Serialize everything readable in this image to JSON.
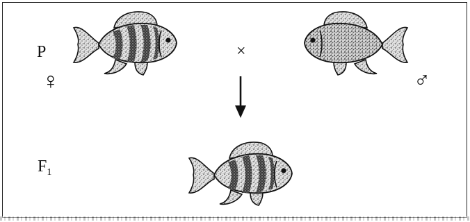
{
  "labels": {
    "parental_generation": "P",
    "female_symbol": "♀",
    "male_symbol": "♂",
    "cross_symbol": "×",
    "f1_letter": "F",
    "f1_subscript": "1"
  },
  "icons": {
    "female_parent": "striped-fish-icon",
    "male_parent": "speckled-fish-icon",
    "offspring": "striped-fish-icon",
    "arrow": "down-arrow-icon"
  },
  "colors": {
    "line": "#111111",
    "fish_fill": "#dcdcdc",
    "stripe": "#2a2a2a",
    "background": "#ffffff"
  }
}
